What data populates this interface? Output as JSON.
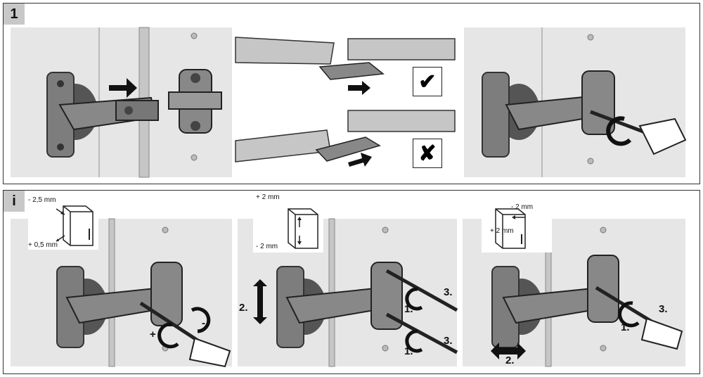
{
  "section1": {
    "badge": "1",
    "correct_mark": "✔",
    "wrong_mark": "✘"
  },
  "section2": {
    "badge": "i",
    "panel1": {
      "dim_top": "- 2,5 mm",
      "dim_bottom": "+ 0,5 mm",
      "plus": "+",
      "minus": "-"
    },
    "panel2": {
      "dim_top": "+ 2 mm",
      "dim_bottom": "- 2 mm",
      "step_move": "2.",
      "step_a": "1.",
      "step_b": "3.",
      "step_c": "1.",
      "step_d": "3."
    },
    "panel3": {
      "dim_right": "- 2 mm",
      "dim_left": "+ 2 mm",
      "step_move": "2.",
      "step_a": "1.",
      "step_b": "3."
    }
  },
  "colors": {
    "panel": "#e6e6e6",
    "metal": "#7d7d7d",
    "dark": "#3a3a3a",
    "line": "#222222"
  }
}
